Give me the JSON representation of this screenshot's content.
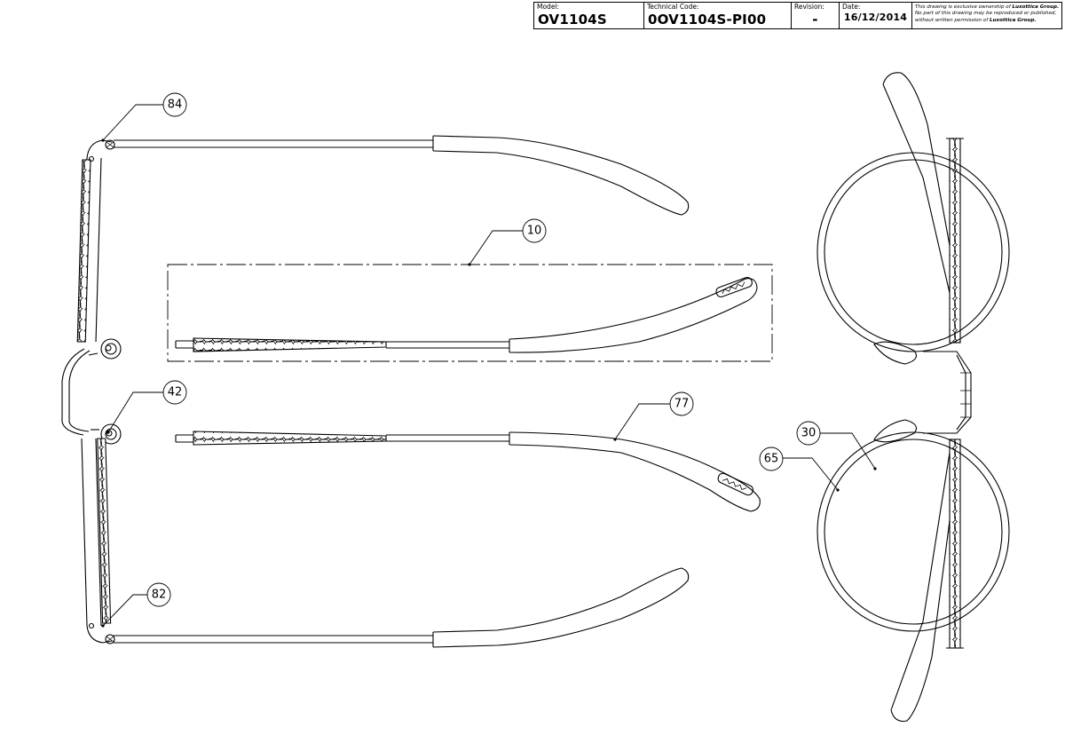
{
  "title_block": {
    "model": {
      "label": "Model:",
      "value": "OV1104S"
    },
    "technical_code": {
      "label": "Technical Code:",
      "value": "0OV1104S-PI00"
    },
    "revision": {
      "label": "Revision:",
      "value": "-"
    },
    "date": {
      "label": "Date:",
      "value": "16/12/2014"
    },
    "ownership_notice": {
      "line1_prefix": "This drawing is exclusive ownership of ",
      "line1_owner": "Luxottica Group.",
      "line2": "No part of this drawing may be reproduced or published,",
      "line3_prefix": "without written permission of ",
      "line3_owner": "Luxottica Group."
    }
  },
  "callouts": {
    "c84": "84",
    "c10": "10",
    "c42": "42",
    "c77": "77",
    "c82": "82",
    "c30": "30",
    "c65": "65"
  }
}
